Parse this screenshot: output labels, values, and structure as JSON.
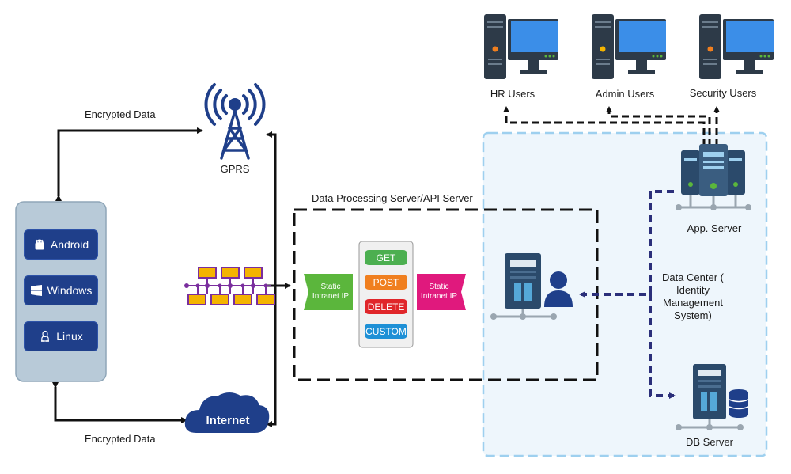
{
  "labels": {
    "gprs": "GPRS",
    "internet": "Internet",
    "encrypted_top": "Encrypted Data",
    "encrypted_bottom": "Encrypted Data",
    "dps_title": "Data Processing Server/API Server",
    "static_left": "Static Intranet IP",
    "static_right": "Static Intranet IP",
    "hr_users": "HR Users",
    "admin_users": "Admin Users",
    "security_users": "Security Users",
    "app_server": "App. Server",
    "data_center": "Data Center ( Identity Management System)",
    "db_server": "DB Server"
  },
  "clients": [
    {
      "label": "Android",
      "icon": "android-icon"
    },
    {
      "label": "Windows",
      "icon": "windows-icon"
    },
    {
      "label": "Linux",
      "icon": "linux-icon"
    }
  ],
  "methods": [
    {
      "label": "GET",
      "color": "#4caf50"
    },
    {
      "label": "POST",
      "color": "#f07f1f"
    },
    {
      "label": "DELETE",
      "color": "#e0262a"
    },
    {
      "label": "CUSTOM",
      "color": "#1e90d6"
    }
  ],
  "colors": {
    "navy": "#1f3f8a",
    "arrow": "#111111",
    "dash_blue": "#2b2f7a",
    "datacenter_fill": "#eef6fc",
    "datacenter_border": "#9ed0ef",
    "network_node": "#f4b400",
    "network_line": "#7a2e9e",
    "static_green": "#5bb63c",
    "static_pink": "#e0197d",
    "monitor_blue": "#3b8ee8"
  }
}
